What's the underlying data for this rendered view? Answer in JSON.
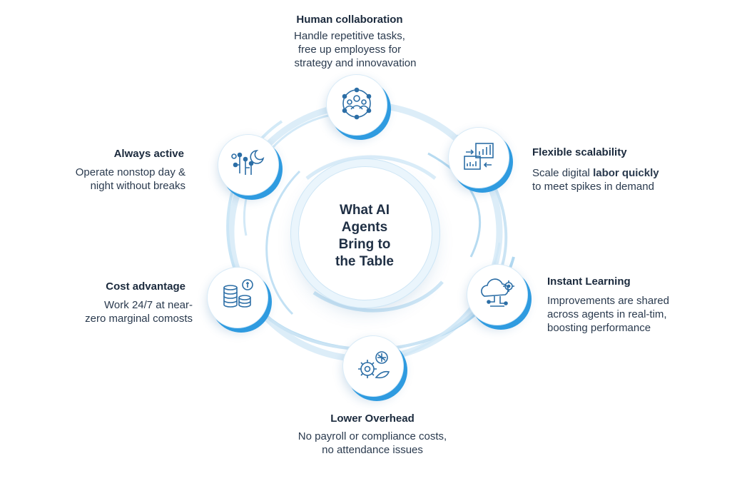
{
  "center": {
    "line1": "What AI",
    "line2": "Agents",
    "line3": "Bring to",
    "line4": "the Table"
  },
  "colors": {
    "accent": "#2f9be0",
    "ring": "#bcdff3",
    "text": "#1b2a3d"
  },
  "features": {
    "human": {
      "title": "Human collaboration",
      "line1": "Handle repetitive tasks,",
      "line2": "free up employess for",
      "line3": "strategy and innovavation",
      "icon": "team-network-icon"
    },
    "flexible": {
      "title": "Flexible scalability",
      "line1_a": "Scale digital ",
      "line1_b": "labor quickly",
      "line2": "to meet spikes in demand",
      "icon": "scaling-dashboard-icon"
    },
    "instant": {
      "title": "Instant Learning",
      "line1": "Improvements are shared",
      "line2": "across agents in real-tim,",
      "line3": "boosting performance",
      "icon": "cloud-gear-icon"
    },
    "overhead": {
      "title": "Lower Overhead",
      "line1": "No payroll or compliance costs,",
      "line2": "no attendance issues",
      "icon": "gear-leaf-icon"
    },
    "cost": {
      "title": "Cost advantage",
      "line1": "Work 24/7 at near-",
      "line2": "zero marginal comosts",
      "icon": "coin-stack-icon"
    },
    "always": {
      "title": "Always active",
      "line1": "Operate nonstop day &",
      "line2": "night without breaks",
      "icon": "moon-circuit-icon"
    }
  }
}
